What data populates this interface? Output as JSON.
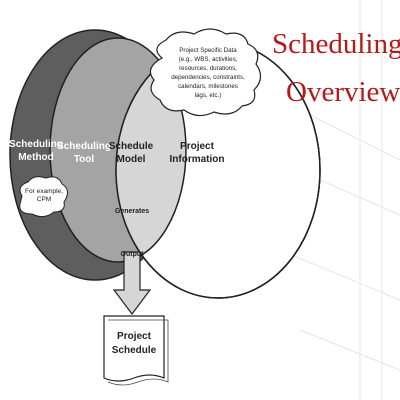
{
  "slide": {
    "title_line1": "Scheduling",
    "title_line2": "Overview"
  },
  "diagram": {
    "method_label": [
      "Scheduling",
      "Method"
    ],
    "method_example": [
      "For example,",
      "CPM"
    ],
    "tool_label": [
      "Scheduling",
      "Tool"
    ],
    "model_label": [
      "Schedule",
      "Model"
    ],
    "info_label": [
      "Project",
      "Information"
    ],
    "info_cloud": [
      "Project Specific Data",
      "(e.g., WBS, activities,",
      "resources, durations,",
      "dependencies, constraints,",
      "calendars, milestones",
      "lags, etc.)"
    ],
    "generates_label": "Generates",
    "output_label": "Output",
    "schedule_label": [
      "Project",
      "Schedule"
    ]
  },
  "colors": {
    "title": "#b31b1b",
    "method_fill": "#5e5e5e",
    "tool_fill": "#a4a4a4",
    "model_fill": "#d6d6d6",
    "info_fill": "#ffffff"
  }
}
